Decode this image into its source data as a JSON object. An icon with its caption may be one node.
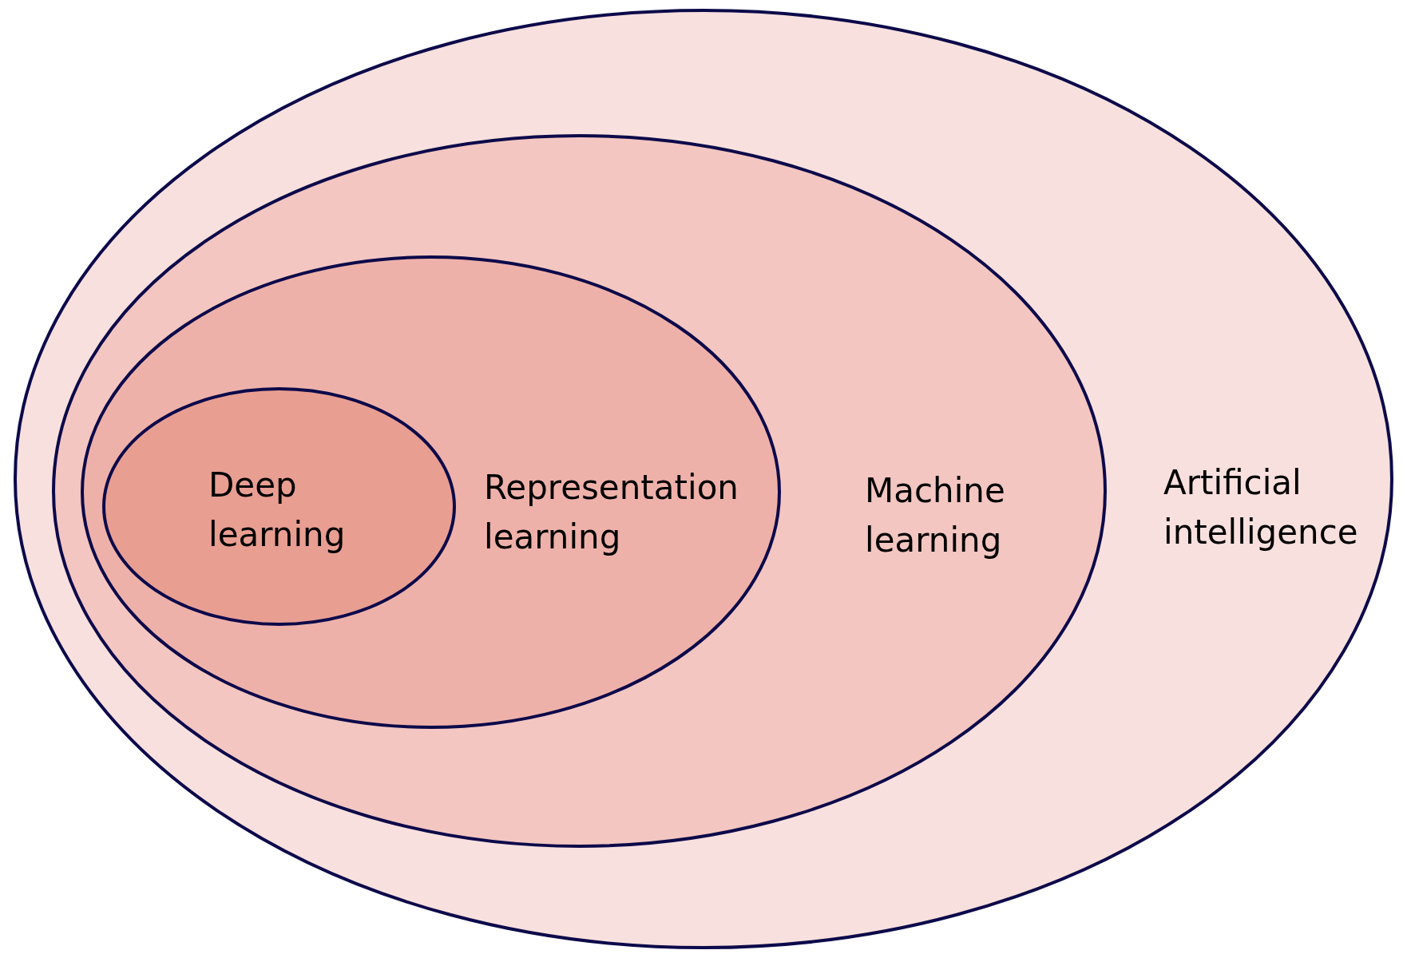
{
  "diagram": {
    "nodes": [
      {
        "text": [
          "Artificial intelligence"
        ]
      },
      {
        "text": [
          "Machine learning"
        ],
        "in": 0
      },
      {
        "text": [
          "Representation learning"
        ],
        "in": 1
      },
      {
        "text": [
          "Deep learning"
        ],
        "in": 2
      }
    ]
  }
}
